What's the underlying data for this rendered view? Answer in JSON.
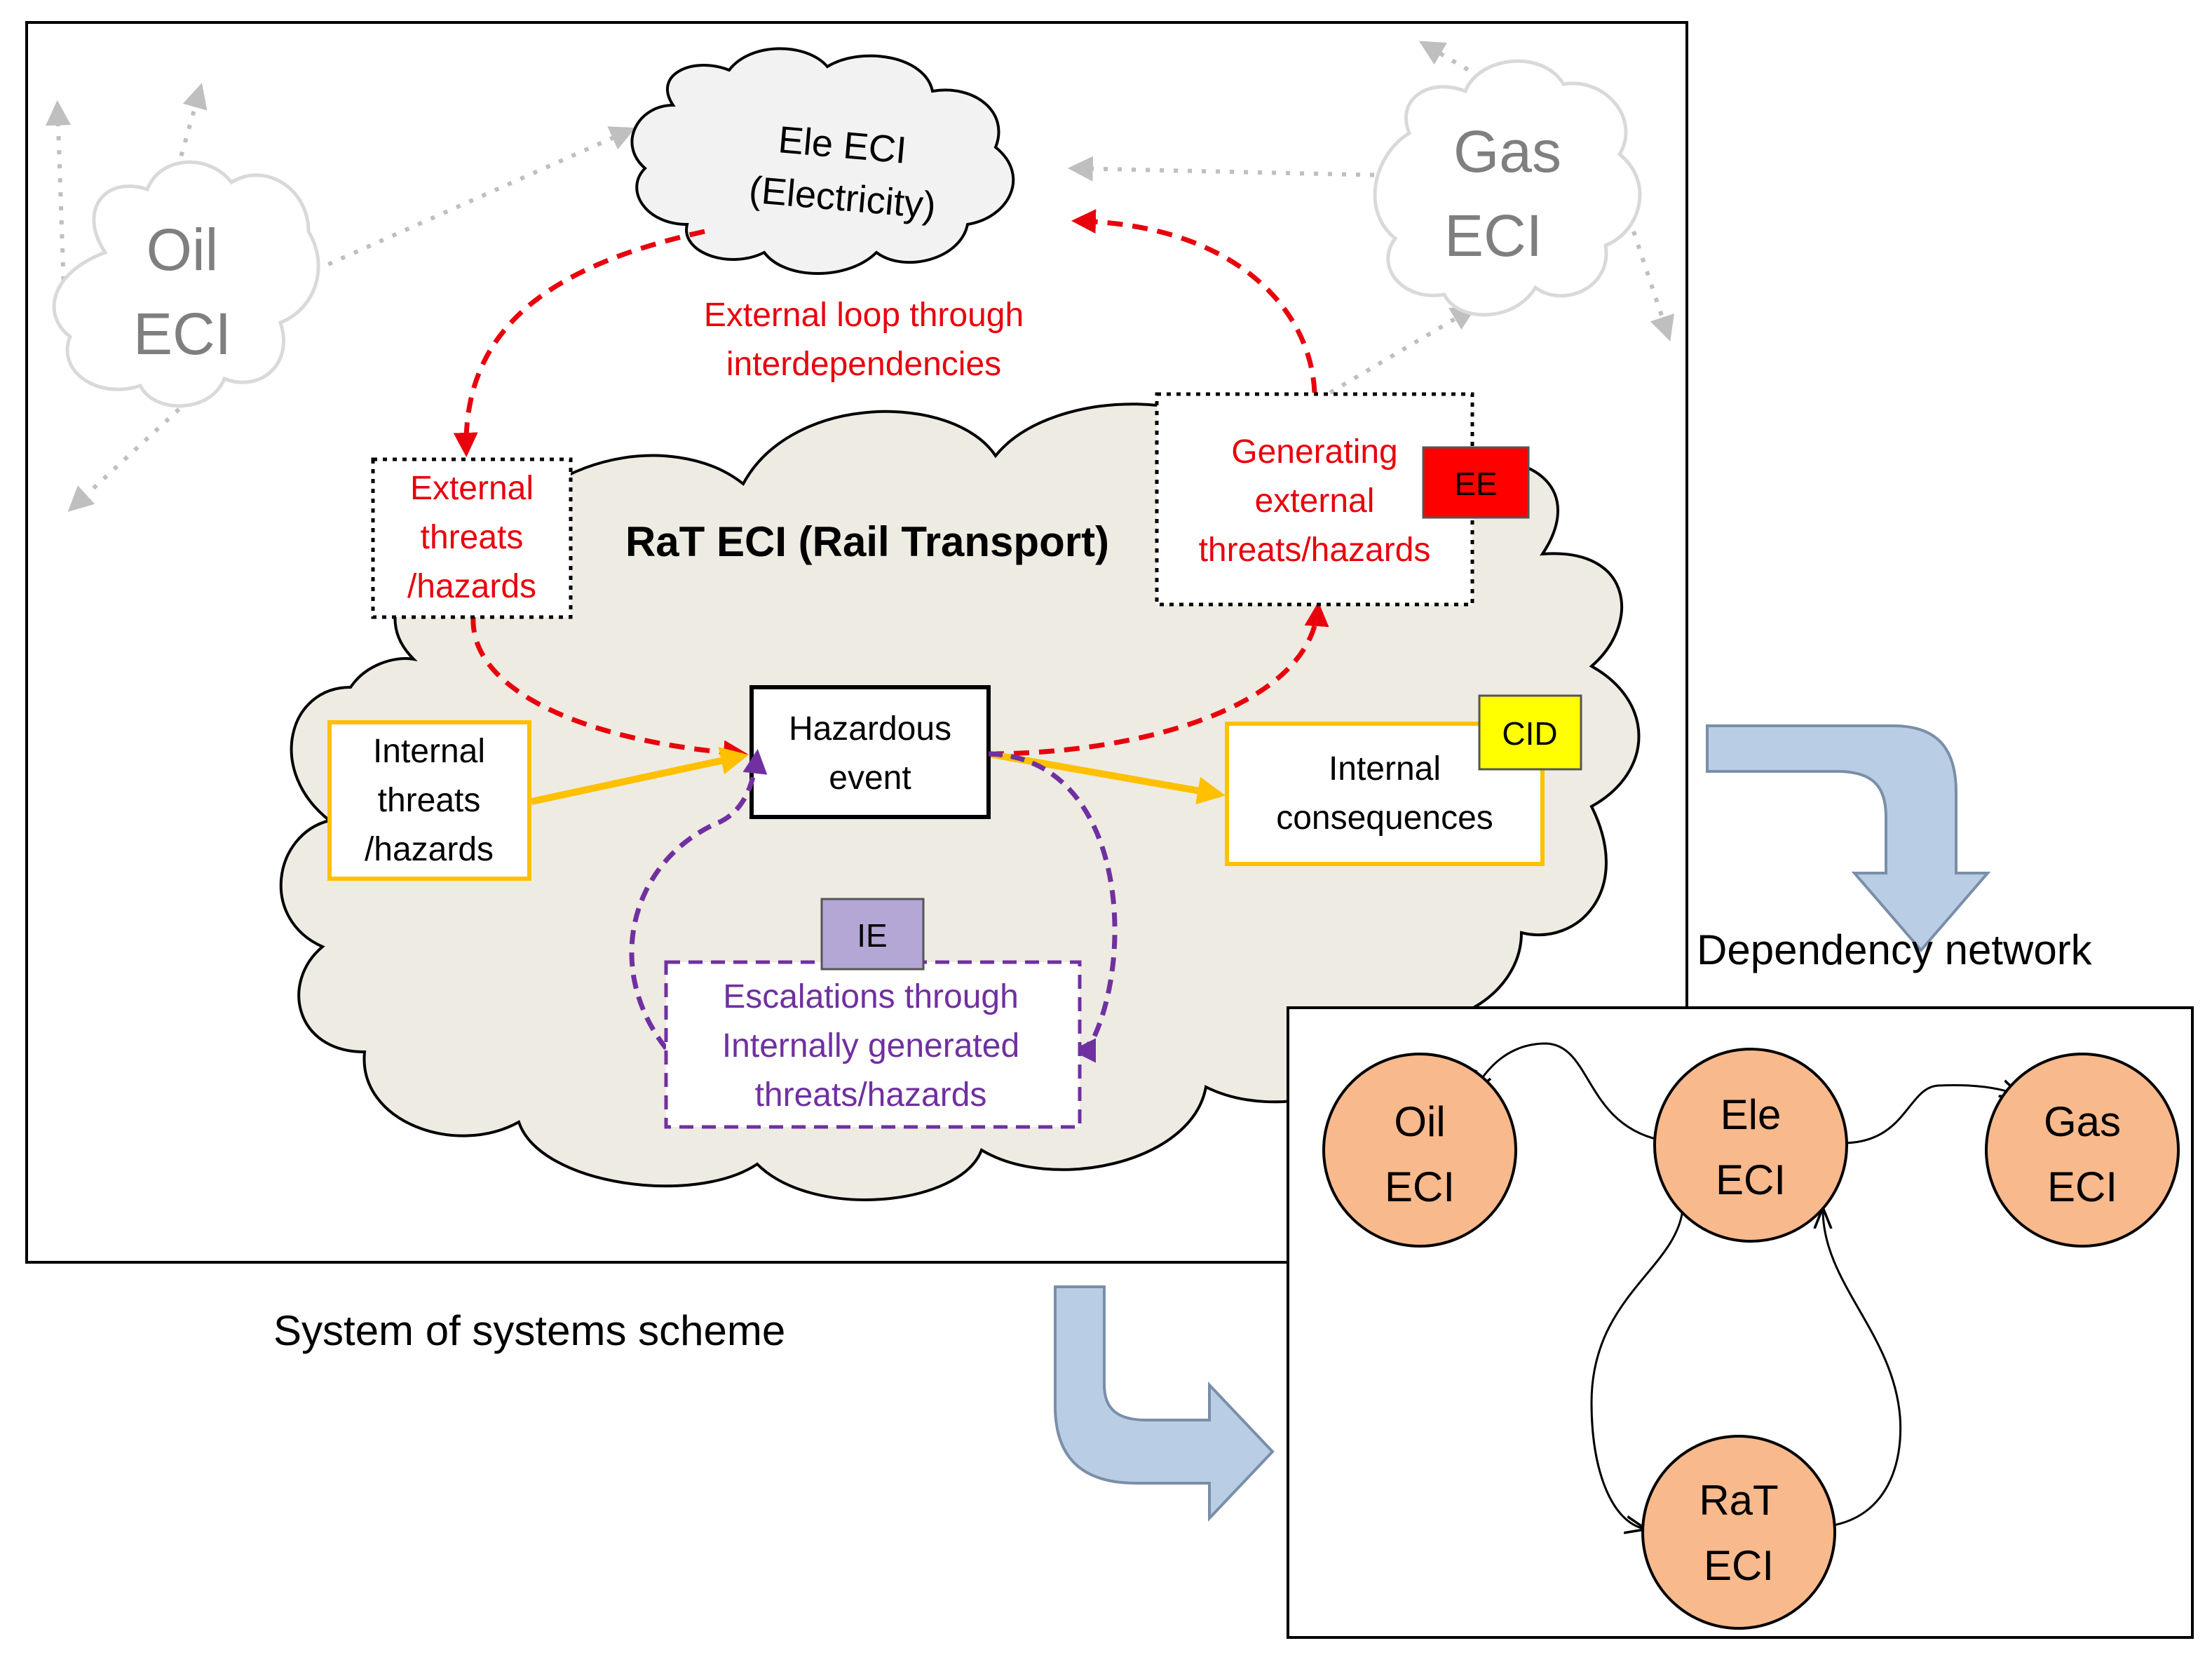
{
  "clouds": {
    "oil": [
      "Oil",
      "ECI"
    ],
    "ele": [
      "Ele ECI",
      "(Electricity)"
    ],
    "gas": [
      "Gas",
      "ECI"
    ],
    "rat_title": "RaT ECI (Rail Transport)"
  },
  "loop_label": [
    "External loop through",
    "interdependencies"
  ],
  "boxes": {
    "external_threats": [
      "External",
      "threats",
      "/hazards"
    ],
    "generating": [
      "Generating",
      "external",
      "threats/hazards"
    ],
    "internal_threats": [
      "Internal",
      "threats",
      "/hazards"
    ],
    "hazardous_event": [
      "Hazardous",
      "event"
    ],
    "internal_consequences": [
      "Internal",
      "consequences"
    ],
    "escalations": [
      "Escalations through",
      "Internally generated",
      "threats/hazards"
    ]
  },
  "tags": {
    "ee": "EE",
    "cid": "CID",
    "ie": "IE"
  },
  "captions": {
    "system_of_systems": "System of systems scheme",
    "dependency_network": "Dependency network"
  },
  "network_nodes": {
    "oil": [
      "Oil",
      "ECI"
    ],
    "ele": [
      "Ele",
      "ECI"
    ],
    "gas": [
      "Gas",
      "ECI"
    ],
    "rat": [
      "RaT",
      "ECI"
    ]
  },
  "colors": {
    "red": "#e8000d",
    "purple": "#7030a0",
    "orange": "#ffc000",
    "node_fill": "#f8b98c",
    "cloud_fill": "#eeebe2",
    "grey": "#bfbfbf",
    "blue_arrow": "#b9cde4",
    "ee_tag": "#ff0000",
    "cid_tag": "#ffff00",
    "ie_tag": "#b4a7d6"
  }
}
